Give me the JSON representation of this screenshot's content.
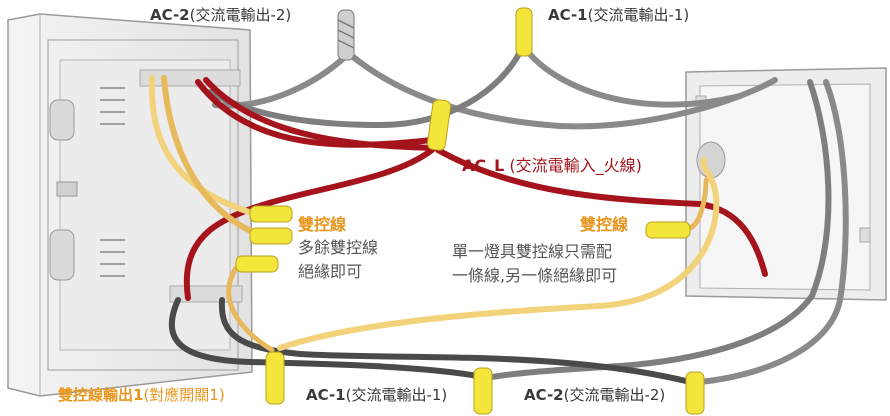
{
  "labels": {
    "ac2_top": {
      "code": "AC-2",
      "desc": "(交流電輸出-2)"
    },
    "ac1_top": {
      "code": "AC-1",
      "desc": "(交流電輸出-1)"
    },
    "acl": {
      "code": "AC_L",
      "desc": " (交流電輸入_火線)"
    },
    "twoway_left": {
      "title": "雙控線",
      "line1": "多餘雙控線",
      "line2": "絕緣即可"
    },
    "twoway_right": {
      "title": "雙控線",
      "line1": "單一燈具雙控線只需配",
      "line2": "一條線,另一條絕緣即可"
    },
    "twoway_out1": {
      "code": "雙控線輸出1",
      "desc": "(對應開關1)"
    },
    "ac1_bottom": {
      "code": "AC-1",
      "desc": "(交流電輸出-1)"
    },
    "ac2_bottom": {
      "code": "AC-2",
      "desc": "(交流電輸出-2)"
    }
  },
  "colors": {
    "red_wire": "#a5141c",
    "gray_wire": "#8a8a8a",
    "dark_wire": "#4a4a4a",
    "yellow_wire": "#f2d27a",
    "orange_text": "#e8961e",
    "connector": "#f3e53a"
  }
}
